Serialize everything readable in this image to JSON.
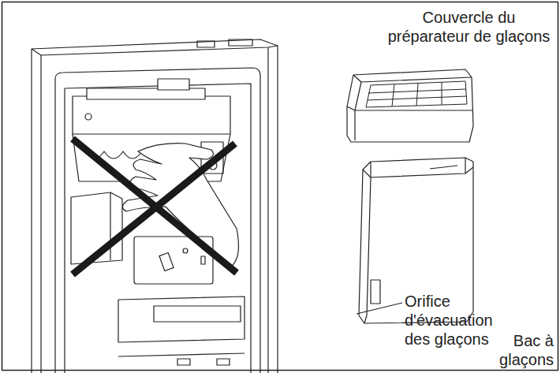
{
  "diagram": {
    "labels": [
      "Couvercle du préparateur de glaçons",
      "Orifice d'évacuation des glaçons",
      "Bac à glaçons"
    ]
  }
}
